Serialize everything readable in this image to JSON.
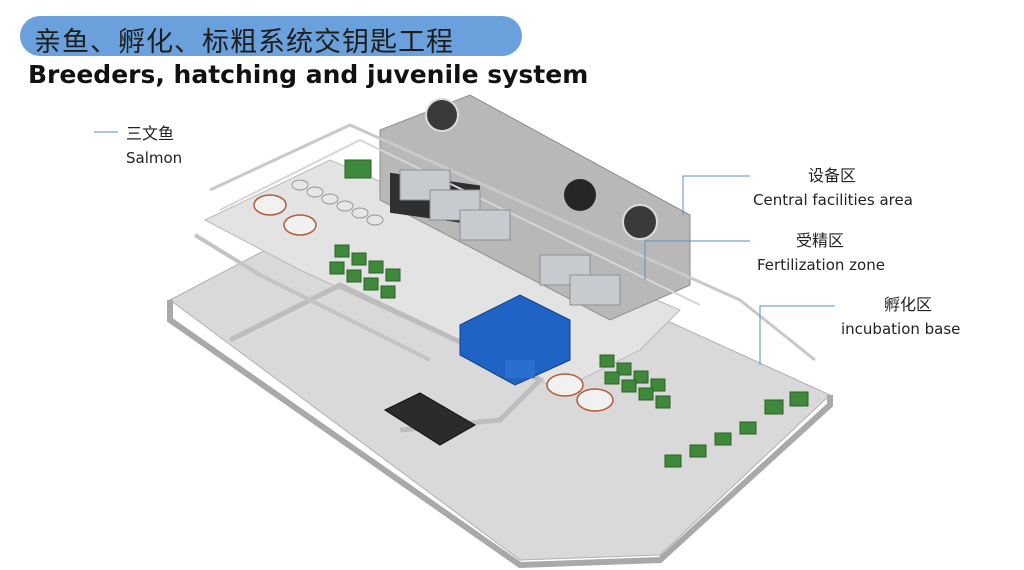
{
  "title": {
    "cn": "亲鱼、孵化、标粗系统交钥匙工程",
    "en": "Breeders, hatching and juvenile system"
  },
  "labels": {
    "salmon": {
      "cn": "三文鱼",
      "en": "Salmon"
    },
    "central": {
      "cn": "设备区",
      "en": "Central facilities area"
    },
    "fertilization": {
      "cn": "受精区",
      "en": "Fertilization zone"
    },
    "incubation": {
      "cn": "孵化区",
      "en": "incubation base"
    }
  },
  "colors": {
    "title_pill": "#6aa1dc",
    "floor": "#d6d6d6",
    "wall": "#bcbcbc",
    "green_tank": "#3f8a3a",
    "blue_unit": "#1f63c4",
    "callout_line": "#5a8fc8"
  }
}
